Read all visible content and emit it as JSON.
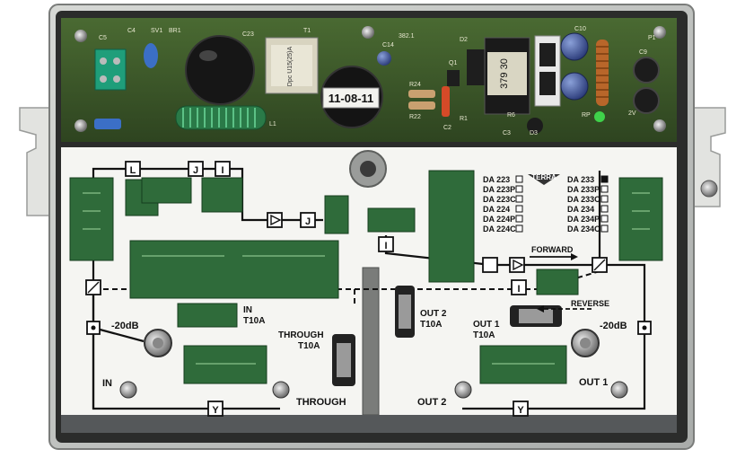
{
  "pcb_top": {
    "date_sticker": "11-08-11",
    "transformer_label": "379 30",
    "board_code": "382.1",
    "power_part": "Dpc U15(25)A",
    "silk": [
      "C5",
      "C4",
      "SV1",
      "BR1",
      "C23",
      "T1",
      "C14",
      "D2",
      "C10",
      "C9",
      "P1",
      "R24",
      "R22",
      "R1",
      "C2",
      "Q1",
      "R6",
      "2V",
      "RP",
      "C3",
      "D3",
      "L1"
    ]
  },
  "chip_legend": {
    "brand": "TERRA",
    "left_column": [
      {
        "model": "DA 223",
        "checked": false
      },
      {
        "model": "DA 223P",
        "checked": false
      },
      {
        "model": "DA 223C",
        "checked": false
      },
      {
        "model": "DA 224",
        "checked": false
      },
      {
        "model": "DA 224P",
        "checked": false
      },
      {
        "model": "DA 224C",
        "checked": false
      }
    ],
    "right_column": [
      {
        "model": "DA 233",
        "checked": true
      },
      {
        "model": "DA 233P",
        "checked": false
      },
      {
        "model": "DA 233C",
        "checked": false
      },
      {
        "model": "DA 234",
        "checked": false
      },
      {
        "model": "DA 234P",
        "checked": false
      },
      {
        "model": "DA 234C",
        "checked": false
      }
    ]
  },
  "panel_labels": {
    "forward": "FORWARD",
    "reverse": "REVERSE",
    "in_attenuator": "-20dB",
    "out_attenuator": "-20dB",
    "in_module_line1": "IN",
    "in_module_line2": "T10A",
    "through_module_line1": "THROUGH",
    "through_module_line2": "T10A",
    "out2_module_line1": "OUT 2",
    "out2_module_line2": "T10A",
    "out1_module_line1": "OUT 1",
    "out1_module_line2": "T10A",
    "port_in": "IN",
    "port_through": "THROUGH",
    "port_out2": "OUT 2",
    "port_out1": "OUT 1"
  },
  "diagram_symbols": {
    "jumper": "J",
    "interstage": "I",
    "splitter": "Y",
    "highpass": "L"
  },
  "colors": {
    "housing": "#c4c6c3",
    "housing_dark": "#6b6e6d",
    "pcb_green": "#3d5a2a",
    "panel_white": "#f5f5f2",
    "line_black": "#111111",
    "module_green": "#2f6b3a"
  }
}
